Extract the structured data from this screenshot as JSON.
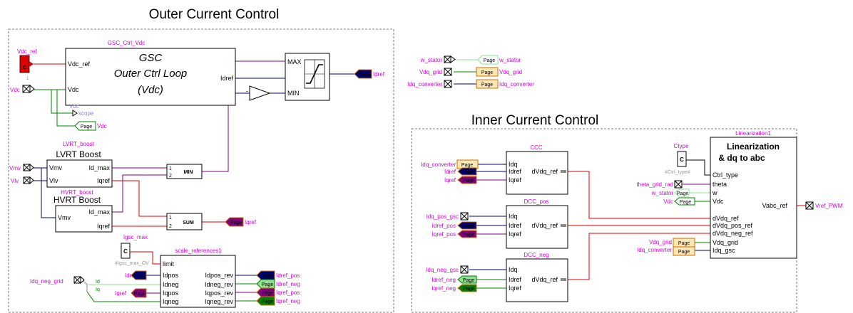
{
  "sections": {
    "outer_title": "Outer Current Control",
    "inner_title": "Inner Current Control"
  },
  "blocks": {
    "gsc": {
      "tag": "GSC_Ctrl_Vdc",
      "line1": "GSC",
      "line2": "Outer Ctrl Loop",
      "line3": "(Vdc)",
      "in1": "Vdc_ref",
      "in2": "Vdc",
      "out": "Idref"
    },
    "maxmin": {
      "top": "MAX",
      "bottom": "MIN"
    },
    "lvrt": {
      "tag": "LVRT_boost",
      "title": "LVRT Boost",
      "in1": "Vmv",
      "in2": "Vlv",
      "out1": "Id_max",
      "out2": "Iqref"
    },
    "hvrt": {
      "tag": "HVRT_boost",
      "title": "HVRT Boost",
      "in1": "Vmv",
      "out1": "Id_max",
      "out2": "Iqref"
    },
    "min": {
      "label": "MIN",
      "p1": "1",
      "p2": "2"
    },
    "sum": {
      "label": "SUM",
      "p1": "1",
      "p2": "2"
    },
    "scale": {
      "tag": "scale_references1",
      "limit": "limit",
      "inputs": [
        "Idpos",
        "Idneg",
        "Iqpos",
        "Iqneg"
      ],
      "outputs": [
        "Idpos_rev",
        "Idneg_rev",
        "Iqpos_rev",
        "Iqneg_rev"
      ]
    },
    "ccc": {
      "tag": "CCC",
      "in1": "Idq",
      "in2": "Idref",
      "in3": "Iqref",
      "out": "dVdq_ref"
    },
    "dcc_pos": {
      "tag": "DCC_pos",
      "in1": "Idq",
      "in2": "Idref",
      "in3": "Iqref",
      "out": "dVdq_ref"
    },
    "dcc_neg": {
      "tag": "DCC_neg",
      "in1": "Idq",
      "in2": "Idref",
      "in3": "Iqref",
      "out": "dVdq_ref"
    },
    "lin": {
      "tag": "Linearization1",
      "title1": "Linearization",
      "title2": "& dq to abc",
      "inputs": [
        "Ctrl_type",
        "theta",
        "w",
        "Vdc",
        "dVdq_ref",
        "dVdq_pos_ref",
        "dVdq_neg_ref",
        "Vdq_grid",
        "Idq_gsc"
      ],
      "out": "Vabc_ref"
    }
  },
  "signals": {
    "vdc_ref": "Vdc_ref",
    "vdc_ref_c": "C",
    "vdc_ref_val": "1",
    "vdc": "Vdc",
    "scope_tag": "Vdc",
    "scope": "scope",
    "page_vdc": "Vdc",
    "idref_out": "Idref",
    "vmv": "Vmv",
    "vlv": "Vlv",
    "iqref_out": "Iqref",
    "igsc_max": "Igsc_max",
    "igsc_c": "C",
    "igsc_default": "#Igsc_max_OV",
    "idq_neg_grid": "Idq_neg_grid",
    "id_lbl": "Id",
    "iq_lbl": "Iq",
    "sc_in": [
      "Idref",
      "Iqref"
    ],
    "sc_out": [
      "Idref_pos",
      "Idref_neg",
      "Iqref_pos",
      "Iqref_neg"
    ],
    "w_stator": "w_stator",
    "w_stator_page": "w_stator",
    "vdq_grid": "Vdq_grid",
    "vdq_grid_page": "Vdq_grid",
    "idq_converter": "Idq_converter",
    "idq_converter_page": "Idq_converter",
    "ccc_in": [
      "Idq_converter",
      "Idref",
      "Iqref"
    ],
    "dccpos_in": [
      "Idq_pos_gsc",
      "Idref_pos",
      "Iqref_pos"
    ],
    "dccneg_in": [
      "Idq_neg_gsc",
      "Idref_neg",
      "Iqref_neg"
    ],
    "ctype": "Ctype",
    "ctype_c": "C",
    "ctype_default": "#Ctrl_type#",
    "lin_in": [
      "theta_grid_rad",
      "w_stator",
      "Vdc",
      "Vdq_grid",
      "Idq_converter"
    ],
    "vref_pwm": "Vref_PWM",
    "page": "Page"
  },
  "colors": {
    "red": "#e00000",
    "green": "#008000",
    "navy": "#000070",
    "purple": "#800080",
    "magenta": "#d700d7",
    "page_fill": "#ffe7b5",
    "page_border": "#c87000"
  }
}
